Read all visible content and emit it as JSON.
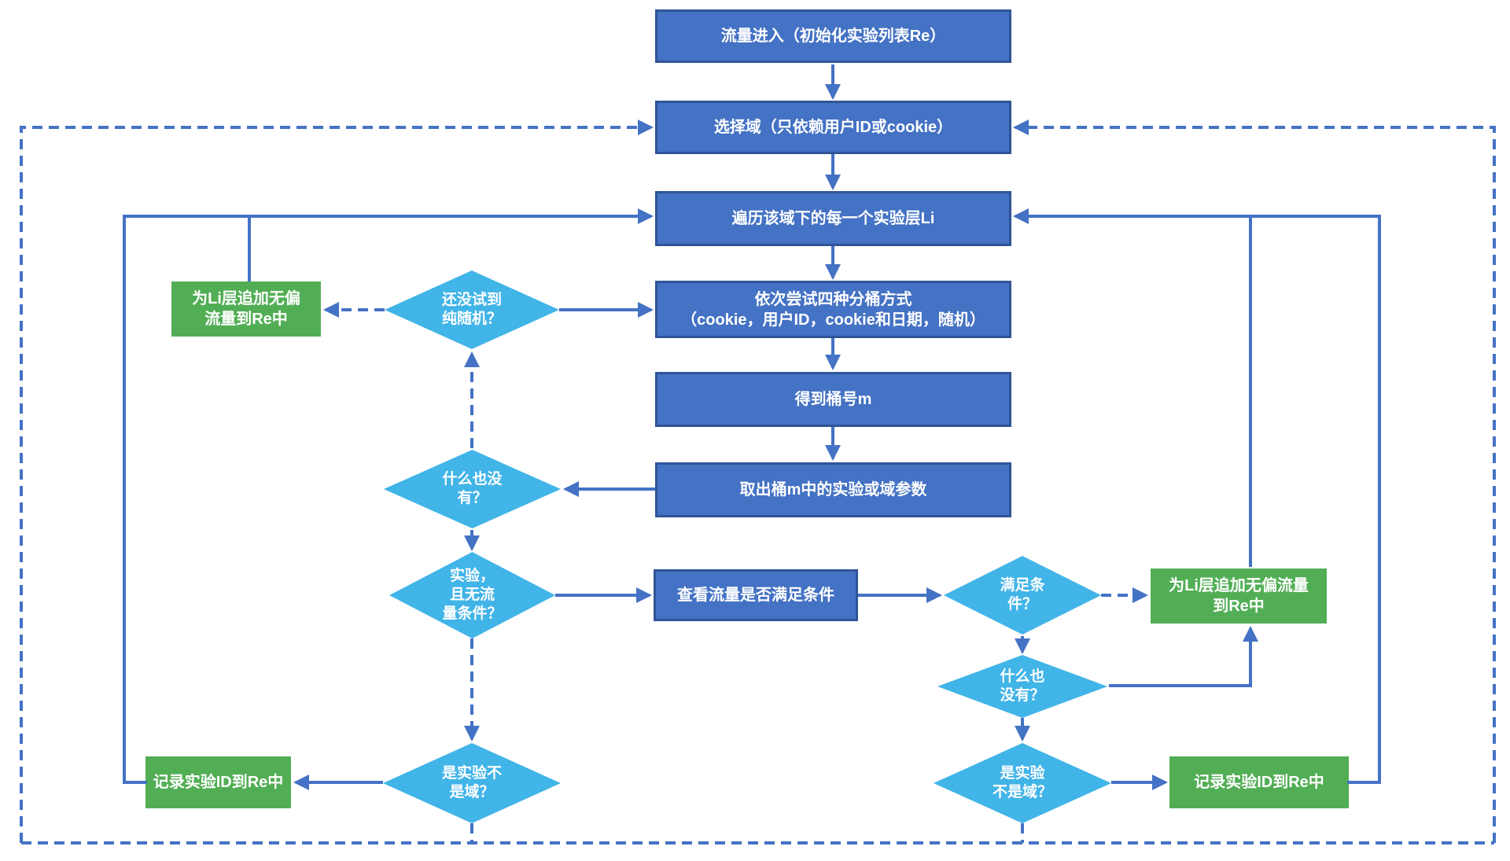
{
  "diagram": {
    "type": "flowchart",
    "colors": {
      "process_fill": "#4472C4",
      "process_border": "#2F5597",
      "decision_fill": "#41B4E8",
      "action_fill": "#52AE55",
      "connector": "#4472C4",
      "text": "#FFFFFF",
      "background": "#FFFFFF"
    },
    "nodes": {
      "start": {
        "type": "process",
        "label": "流量进入（初始化实验列表Re）"
      },
      "select_domain": {
        "type": "process",
        "label": "选择域（只依赖用户ID或cookie）"
      },
      "iterate_layers": {
        "type": "process",
        "label": "遍历该域下的每一个实验层Li"
      },
      "try_bucketing": {
        "type": "process",
        "label": "依次尝试四种分桶方式\n（cookie，用户ID，cookie和日期，随机）"
      },
      "get_bucket": {
        "type": "process",
        "label": "得到桶号m"
      },
      "fetch_params": {
        "type": "process",
        "label": "取出桶m中的实验或域参数"
      },
      "check_traffic": {
        "type": "process",
        "label": "查看流量是否满足条件"
      },
      "not_tried_random": {
        "type": "decision",
        "label": "还没试到\n纯随机？"
      },
      "nothing_left": {
        "type": "decision",
        "label": "什么也没\n有？"
      },
      "exp_no_condition": {
        "type": "decision",
        "label": "实验，\n且无流\n量条件？"
      },
      "meets_condition": {
        "type": "decision",
        "label": "满足条\n件？"
      },
      "nothing_right": {
        "type": "decision",
        "label": "什么也\n没有？"
      },
      "is_exp_left": {
        "type": "decision",
        "label": "是实验不\n是域？"
      },
      "is_exp_right": {
        "type": "decision",
        "label": "是实验\n不是域？"
      },
      "append_unbiased_left": {
        "type": "action",
        "label": "为Li层追加无偏\n流量到Re中"
      },
      "append_unbiased_right": {
        "type": "action",
        "label": "为Li层追加无偏流量\n到Re中"
      },
      "record_left": {
        "type": "action",
        "label": "记录实验ID到Re中"
      },
      "record_right": {
        "type": "action",
        "label": "记录实验ID到Re中"
      }
    },
    "edges": [
      {
        "from": "start",
        "to": "select_domain",
        "style": "solid"
      },
      {
        "from": "select_domain",
        "to": "iterate_layers",
        "style": "solid"
      },
      {
        "from": "iterate_layers",
        "to": "try_bucketing",
        "style": "solid"
      },
      {
        "from": "try_bucketing",
        "to": "get_bucket",
        "style": "solid"
      },
      {
        "from": "get_bucket",
        "to": "fetch_params",
        "style": "solid"
      },
      {
        "from": "fetch_params",
        "to": "nothing_left",
        "style": "solid"
      },
      {
        "from": "nothing_left",
        "to": "not_tried_random",
        "style": "dashed"
      },
      {
        "from": "not_tried_random",
        "to": "try_bucketing",
        "style": "solid"
      },
      {
        "from": "not_tried_random",
        "to": "append_unbiased_left",
        "style": "dashed"
      },
      {
        "from": "append_unbiased_left",
        "to": "iterate_layers",
        "style": "solid"
      },
      {
        "from": "nothing_left",
        "to": "exp_no_condition",
        "style": "dashed"
      },
      {
        "from": "exp_no_condition",
        "to": "check_traffic",
        "style": "solid"
      },
      {
        "from": "check_traffic",
        "to": "meets_condition",
        "style": "solid"
      },
      {
        "from": "meets_condition",
        "to": "append_unbiased_right",
        "style": "dashed"
      },
      {
        "from": "meets_condition",
        "to": "nothing_right",
        "style": "solid"
      },
      {
        "from": "nothing_right",
        "to": "append_unbiased_right",
        "style": "solid"
      },
      {
        "from": "append_unbiased_right",
        "to": "iterate_layers",
        "style": "solid"
      },
      {
        "from": "nothing_right",
        "to": "is_exp_right",
        "style": "dashed"
      },
      {
        "from": "is_exp_right",
        "to": "record_right",
        "style": "solid"
      },
      {
        "from": "record_right",
        "to": "iterate_layers",
        "style": "solid"
      },
      {
        "from": "is_exp_right",
        "to": "select_domain",
        "style": "dashed"
      },
      {
        "from": "exp_no_condition",
        "to": "is_exp_left",
        "style": "dashed"
      },
      {
        "from": "is_exp_left",
        "to": "record_left",
        "style": "solid"
      },
      {
        "from": "record_left",
        "to": "iterate_layers",
        "style": "solid"
      },
      {
        "from": "is_exp_left",
        "to": "select_domain",
        "style": "dashed"
      }
    ]
  }
}
